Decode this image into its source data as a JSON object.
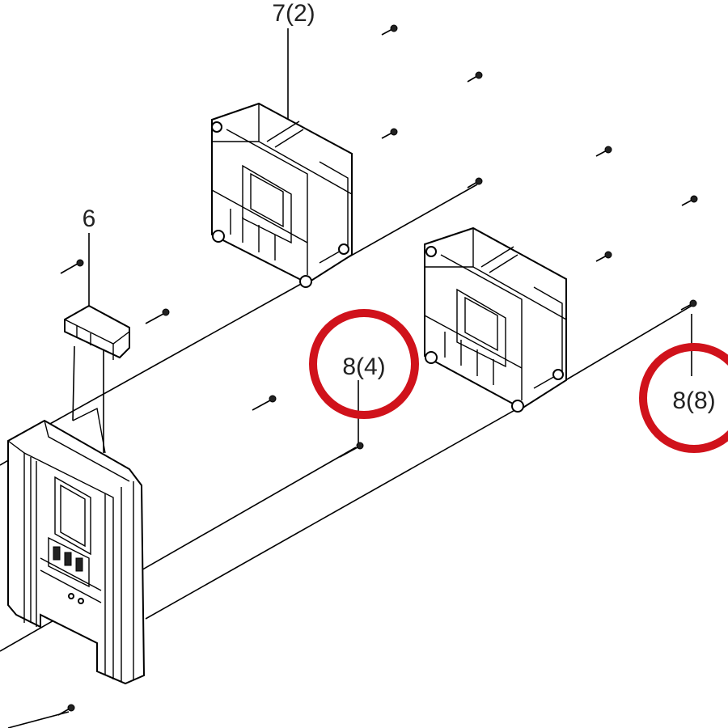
{
  "callouts": {
    "fan_top": "7(2)",
    "bracket": "6",
    "screw_center": "8(4)",
    "screw_right": "8(8)"
  },
  "colors": {
    "highlight_ring": "#d0121b",
    "line": "#000000",
    "text": "#222222"
  }
}
